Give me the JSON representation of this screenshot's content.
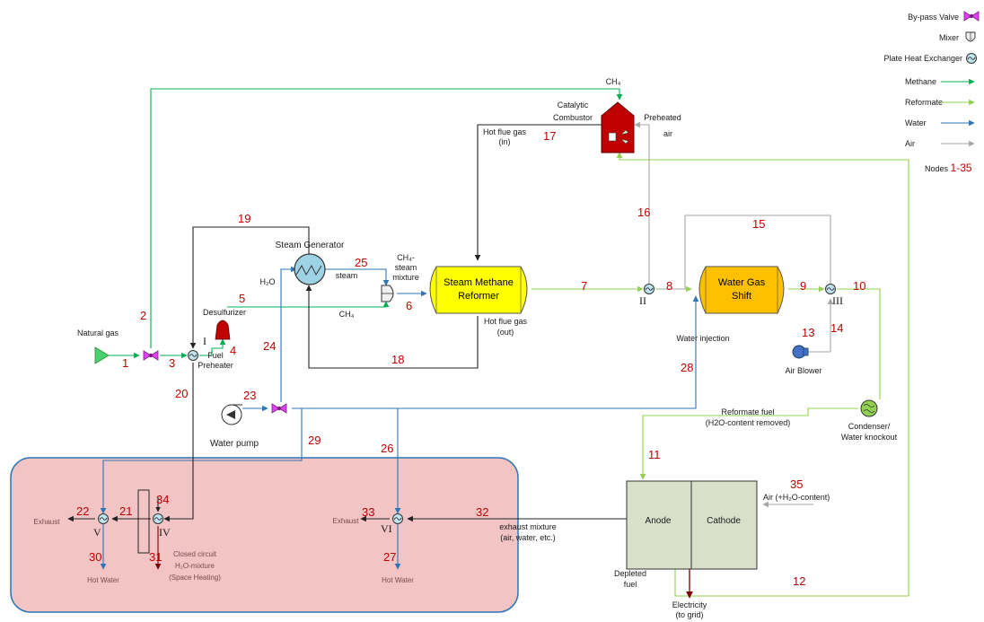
{
  "legend": {
    "bypass_valve": "By-pass Valve",
    "mixer": "Mixer",
    "plate_heat_exchanger": "Plate Heat Exchanger",
    "methane": "Methane",
    "reformate": "Reformate",
    "water": "Water",
    "air": "Air",
    "nodes_prefix": "Nodes ",
    "nodes_range": "1-35"
  },
  "colors": {
    "methane": "#00b050",
    "reformate": "#92d050",
    "water": "#2e75b6",
    "air": "#a6a6a6",
    "node_number": "#c00000",
    "valve": "#e040fb",
    "burner": "#c00000",
    "reformer": "#ffff00",
    "shift": "#ffc000",
    "fuel_cell": "#d9e0c9",
    "heat_recovery_box": "#f2c4c4"
  },
  "units": {
    "steam_methane_reformer": [
      "Steam Methane",
      "Reformer"
    ],
    "water_gas_shift": [
      "Water Gas",
      "Shift"
    ],
    "anode": "Anode",
    "cathode": "Cathode",
    "steam_generator": "Steam Generator",
    "catalytic_combustor": [
      "Catalytic",
      "Combustor"
    ],
    "desulfurizer": "Desulfurizer",
    "fuel_preheater": [
      "Fuel",
      "Preheater"
    ],
    "water_pump": "Water pump",
    "air_blower": "Air Blower",
    "condenser": [
      "Condenser/",
      "Water knockout"
    ]
  },
  "stream_labels": {
    "natural_gas": "Natural gas",
    "ch4_top": "CH₄",
    "ch4_mid": "CH₄",
    "h2o": "H₂O",
    "steam": "steam",
    "ch4_steam_mixture": [
      "CH₄-",
      "steam",
      "mixture"
    ],
    "hot_flue_gas_in": [
      "Hot flue gas",
      "(in)"
    ],
    "hot_flue_gas_out": [
      "Hot flue gas",
      "(out)"
    ],
    "preheated_air": [
      "Preheated",
      "air"
    ],
    "water_injection": "Water injection",
    "reformate_fuel": [
      "Reformate fuel",
      "(H2O-content removed)"
    ],
    "air_in": "Air (+H₂O-content)",
    "exhaust_mixture": [
      "exhaust mixture",
      "(air, water, etc.)"
    ],
    "depleted_fuel": [
      "Depleted",
      "fuel"
    ],
    "electricity": [
      "Electricity",
      "(to grid)"
    ],
    "exhaust_left": "Exhaust",
    "exhaust_right": "Exhaust",
    "hot_water_left": "Hot Water",
    "hot_water_right": "Hot Water",
    "closed_circuit": [
      "Closed circuit",
      "H₂O-mixture",
      "(Space Heating)"
    ]
  },
  "heat_exchangers": [
    "I",
    "II",
    "III",
    "IV",
    "V",
    "VI"
  ],
  "nodes": [
    "1",
    "2",
    "3",
    "4",
    "5",
    "6",
    "7",
    "8",
    "9",
    "10",
    "11",
    "12",
    "13",
    "14",
    "15",
    "16",
    "17",
    "18",
    "19",
    "20",
    "21",
    "22",
    "23",
    "24",
    "25",
    "26",
    "27",
    "28",
    "29",
    "30",
    "31",
    "32",
    "33",
    "34",
    "35"
  ]
}
